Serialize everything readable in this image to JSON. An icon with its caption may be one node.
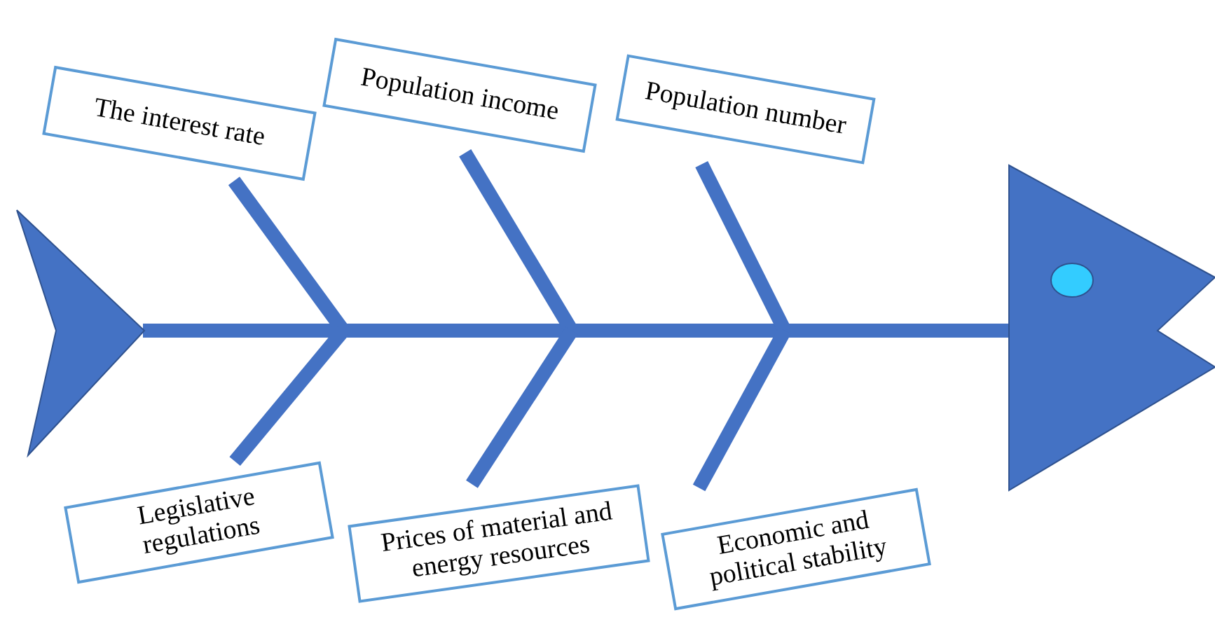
{
  "diagram": {
    "nodes": [
      {
        "text": [],
        "shape": "triangle"
      },
      {
        "text": [
          "The interest rate"
        ]
      },
      {
        "text": [
          "Population income"
        ]
      },
      {
        "text": [
          "Population number"
        ]
      },
      {
        "text": [
          "Legislative regulations"
        ]
      },
      {
        "text": [
          "Prices of material and energy resources"
        ]
      },
      {
        "text": [
          "Economic and political stability"
        ]
      },
      {
        "text": [],
        "shape": "triangle"
      }
    ],
    "edges": [
      {
        "from": 0,
        "to": 7,
        "arrow": "none"
      },
      {
        "from": 1,
        "to": null,
        "arrow": "none"
      },
      {
        "from": 2,
        "to": null,
        "arrow": "none"
      },
      {
        "from": 3,
        "to": null,
        "arrow": "none"
      },
      {
        "from": 4,
        "to": null,
        "arrow": "none"
      },
      {
        "from": 5,
        "to": null,
        "arrow": "none"
      },
      {
        "from": 6,
        "to": null,
        "arrow": "none"
      }
    ]
  }
}
